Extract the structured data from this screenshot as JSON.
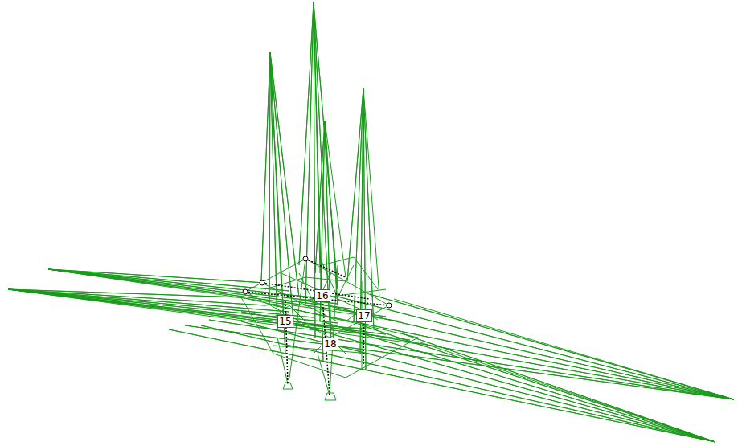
{
  "diagram": {
    "labels": [
      "15",
      "16",
      "17",
      "18"
    ]
  }
}
